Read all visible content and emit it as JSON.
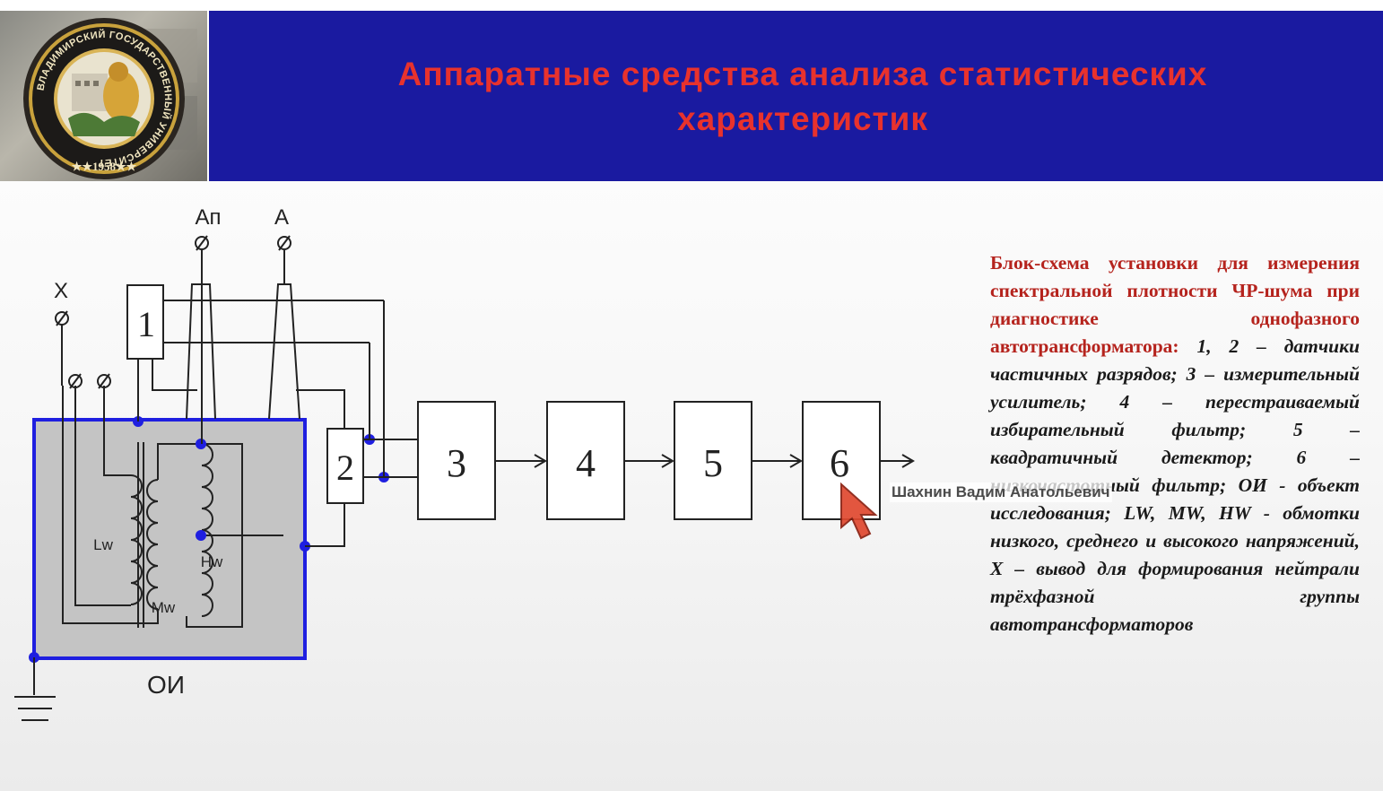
{
  "slide": {
    "title_line1": "Аппаратные средства анализа статистических",
    "title_line2": "характеристик",
    "logo": {
      "ring_text": "ВЛАДИМИРСКИЙ ГОСУДАРСТВЕННЫЙ УНИВЕРСИТЕТ",
      "year": "1958"
    },
    "colors": {
      "header_band": "#1a1aa0",
      "title": "#e8322d",
      "caption_title": "#b5231d",
      "object_outline": "#1f1fe0",
      "object_fill": "#c4c4c4"
    }
  },
  "diagram": {
    "terminals": {
      "x": "X",
      "am": "Ап",
      "a": "А"
    },
    "blocks": [
      "1",
      "2",
      "3",
      "4",
      "5",
      "6"
    ],
    "winding_labels": {
      "lw": "Lw",
      "mw": "Mw",
      "hw": "Hw"
    },
    "object_label": "ОИ"
  },
  "caption": {
    "title": "Блок-схема установки для измерения спектральной плотности ЧР-шума при диагностике однофазного автотрансформатора:",
    "body": "1, 2 – датчики частичных разрядов; 3 – измерительный усилитель; 4 – перестраиваемый избирательный фильтр; 5 – квадратичный детектор; 6 – низкочастотный фильтр; ОИ - объект исследования; LW, MW, HW - обмотки низкого, среднего и высокого напряжений, X – вывод для формирования нейтрали трёхфазной группы автотрансформаторов"
  },
  "overlay": {
    "speaker_name": "Шахнин Вадим Анатольевич"
  }
}
